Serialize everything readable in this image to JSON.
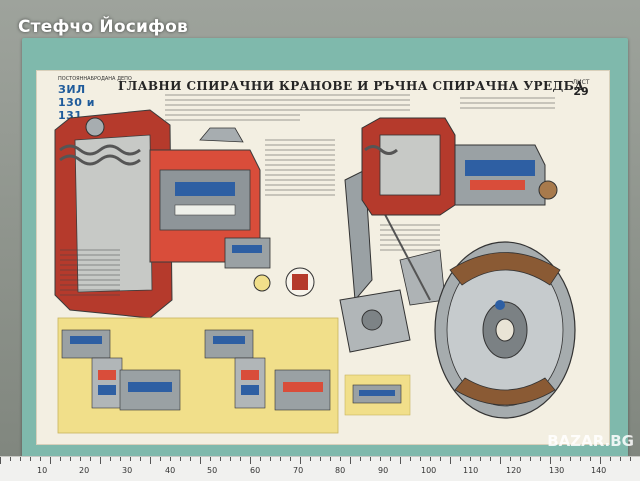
{
  "watermark": "Стефчо Йосифов",
  "poster": {
    "logo_caption": "ПОСТОЯННАБРОДАНА ДЕПО",
    "logo_text": "ЗИЛ 130 и 131",
    "title": "ГЛАВНИ СПИРАЧНИ КРАНОВЕ И РЪЧНА СПИРАЧНА УРЕДБА",
    "sheet_label": "ЛИСТ",
    "sheet_number": "29"
  },
  "colors": {
    "board": "#7fb9ac",
    "paper": "#f3efe2",
    "red": "#b53a2c",
    "blue": "#2e5fa3",
    "yellow": "#f1df8a",
    "steel": "#9aa1a4",
    "dark": "#3b3b3b"
  },
  "ruler": {
    "numbers": [
      "10",
      "20",
      "30",
      "40",
      "50",
      "60",
      "70",
      "80",
      "90",
      "100",
      "110",
      "120",
      "130",
      "140"
    ]
  },
  "site_mark": "BAZAR.BG"
}
